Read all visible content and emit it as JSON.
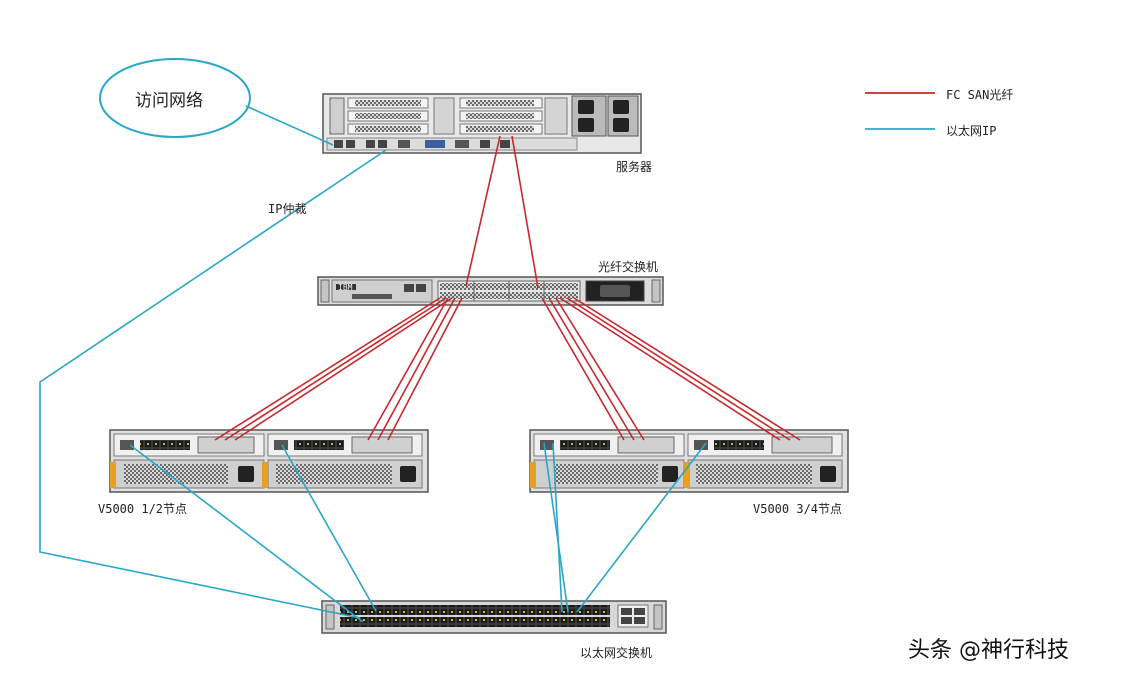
{
  "legend": {
    "fc_label": "FC SAN光纤",
    "eth_label": "以太网IP"
  },
  "colors": {
    "fc": "#c8282d",
    "eth": "#2aa6c8"
  },
  "labels": {
    "cloud": "访问网络",
    "server": "服务器",
    "arbitration": "IP仲裁",
    "fc_switch": "光纤交换机",
    "node12": "V5000 1/2节点",
    "node34": "V5000 3/4节点",
    "eth_switch": "以太网交换机",
    "fc_switch_brand": "IBM"
  },
  "watermark": {
    "text": "头条 @神行科技"
  }
}
